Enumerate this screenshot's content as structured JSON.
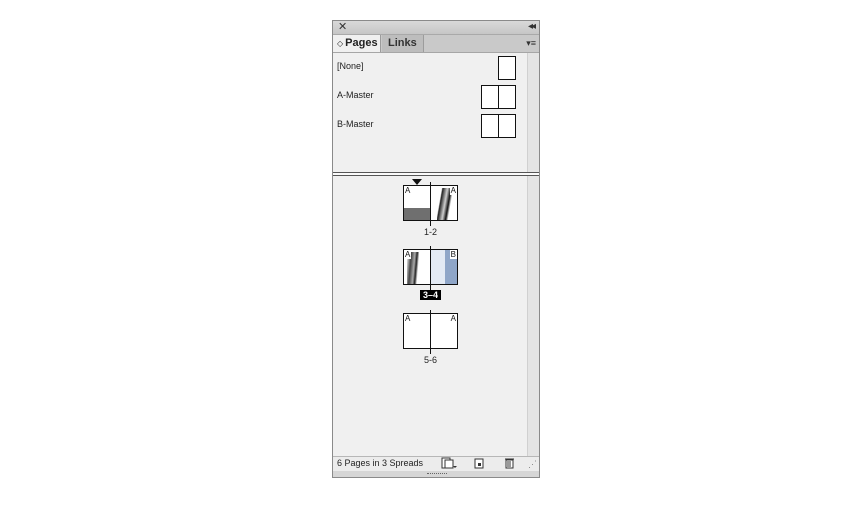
{
  "window": {
    "close_glyph": "✕",
    "collapse_glyph": "◂◂"
  },
  "tabs": [
    {
      "label": "Pages",
      "active": true
    },
    {
      "label": "Links",
      "active": false
    }
  ],
  "panel_menu_glyph": "▾≡",
  "masters": [
    {
      "label": "[None]",
      "type": "single"
    },
    {
      "label": "A-Master",
      "type": "spread"
    },
    {
      "label": "B-Master",
      "type": "spread"
    }
  ],
  "spreads": [
    {
      "label": "1-2",
      "left_master": "A",
      "right_master": "A",
      "selected": false
    },
    {
      "label": "3–4",
      "left_master": "A",
      "right_master": "B",
      "selected": true
    },
    {
      "label": "5-6",
      "left_master": "A",
      "right_master": "A",
      "selected": false
    }
  ],
  "status": {
    "text": "6 Pages in 3 Spreads"
  },
  "colors": {
    "selection_bg": "#000000",
    "page_tint_blue": "#a9bcd6",
    "page_tint_gray": "#6f6f6f"
  }
}
